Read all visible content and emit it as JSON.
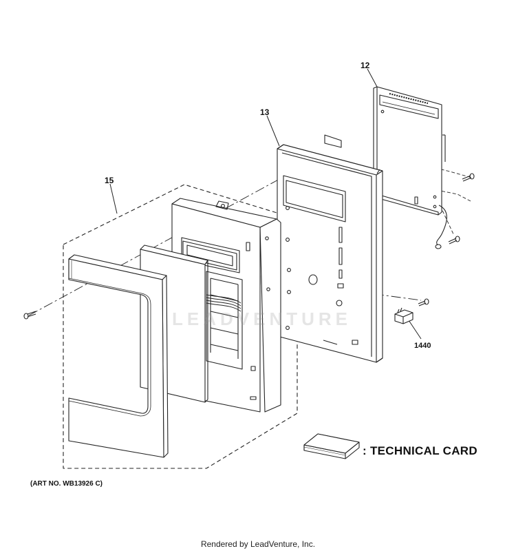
{
  "callouts": {
    "part_12": "12",
    "part_13": "13",
    "part_15": "15",
    "part_1440": "1440"
  },
  "legend": {
    "technical_card": ": TECHNICAL CARD"
  },
  "art_number": "(ART NO. WB13926 C)",
  "watermark": "LEADVENTURE",
  "footer": "Rendered by LeadVenture, Inc.",
  "colors": {
    "line": "#222222",
    "background": "#ffffff",
    "watermark": "#969696"
  }
}
